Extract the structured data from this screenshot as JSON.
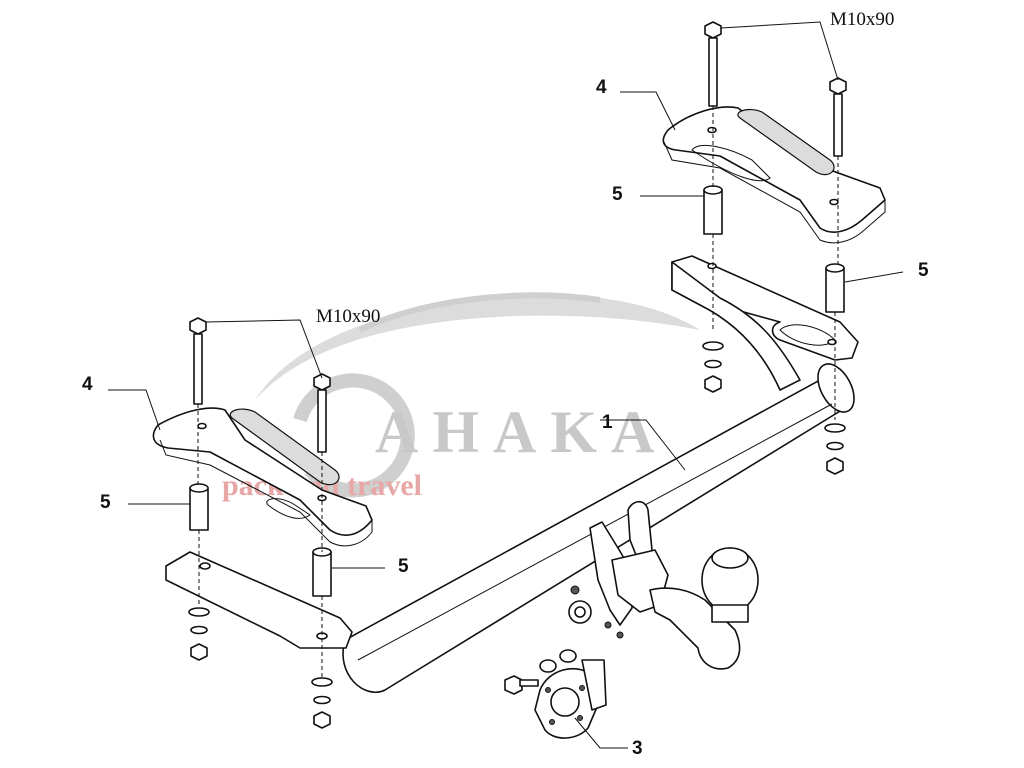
{
  "callouts": {
    "part1": "1",
    "part3": "3",
    "part4_left": "4",
    "part4_right": "4",
    "part5_left_upper": "5",
    "part5_left_lower": "5",
    "part5_right_upper": "5",
    "part5_right_lower": "5"
  },
  "bolt_spec_left": "M10x90",
  "bolt_spec_right": "M10x90",
  "watermark": {
    "brand": "AHAKA",
    "tagline": "pack and travel"
  },
  "colors": {
    "line": "#111111",
    "watermark_gray": "#c8c8c8",
    "watermark_red": "#e8a7a7",
    "shade": "#dcdcdc"
  }
}
